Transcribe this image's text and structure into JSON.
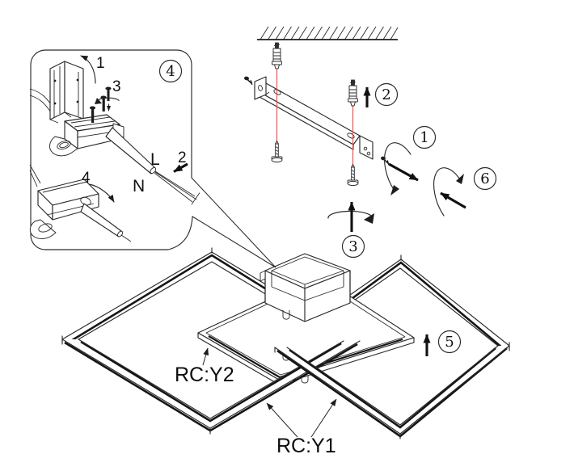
{
  "colors": {
    "line": "#2b2b2b",
    "shadow": "#161616",
    "guide_red": "#e05c5c",
    "background": "#ffffff"
  },
  "detail_view": {
    "badge": "4",
    "step_rotate_bracket": "1",
    "step_insert_wires": "2",
    "step_tighten_screw": "3",
    "step_rotate_cover": "4",
    "wire_live": "L",
    "wire_neutral": "N"
  },
  "steps": {
    "rotate_lock": "1",
    "screw_to_ceiling": "2",
    "tighten_screw": "3",
    "push_up": "5",
    "rotate_unlock": "6"
  },
  "fixture": {
    "ring_label_y2": "RC:Y2",
    "ring_label_y1": "RC:Y1"
  }
}
